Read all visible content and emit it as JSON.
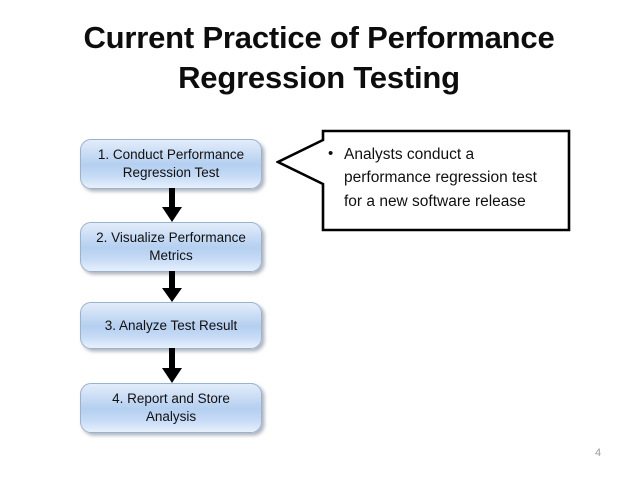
{
  "slide": {
    "title": "Current Practice of Performance Regression Testing",
    "page_number": "4",
    "background_color": "#ffffff"
  },
  "flow": {
    "accent_color": "#b4cff0",
    "border_color": "#9ab2d0",
    "arrow_color": "#000000",
    "steps": [
      {
        "id": "step-1",
        "label": "1. Conduct Performance Regression Test"
      },
      {
        "id": "step-2",
        "label": "2. Visualize Performance Metrics"
      },
      {
        "id": "step-3",
        "label": "3. Analyze Test Result"
      },
      {
        "id": "step-4",
        "label": "4. Report and Store Analysis"
      }
    ],
    "connectors": [
      {
        "id": "connector-1-2",
        "icon": "down-arrow-icon"
      },
      {
        "id": "connector-2-3",
        "icon": "down-arrow-icon"
      },
      {
        "id": "connector-3-4",
        "icon": "down-arrow-icon"
      }
    ]
  },
  "callout": {
    "bullet": "•",
    "text": "Analysts conduct a performance regression test for a new software release",
    "border_color": "#000000",
    "fill_color": "#ffffff"
  }
}
